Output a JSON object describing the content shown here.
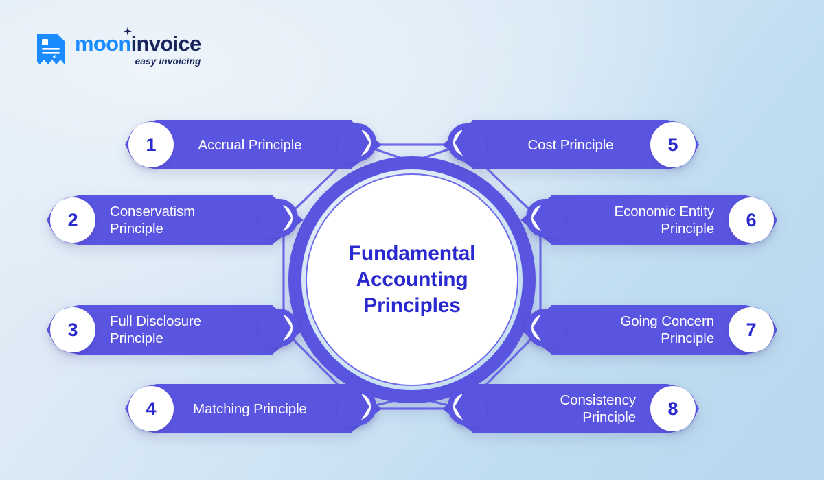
{
  "brand": {
    "logo_icon": "invoice-document-icon",
    "word_primary": "moon",
    "word_secondary": "invoice",
    "tagline": "easy invoicing",
    "color_primary": "#1a8cff",
    "color_secondary": "#17255c"
  },
  "hub": {
    "title_line1": "Fundamental",
    "title_line2": "Accounting",
    "title_line3": "Principles",
    "title_color": "#2a28cf",
    "ring_color": "#5a55e0"
  },
  "theme": {
    "bar_color": "#5a55e0",
    "badge_bg": "#ffffff",
    "badge_text_color": "#2a28cf",
    "label_color": "#ffffff",
    "bg_gradient_from": "#e7f0f8",
    "bg_gradient_to": "#b9d8ee"
  },
  "items_left": [
    {
      "number": "1",
      "label": "Accrual Principle",
      "lines": [
        "Accrual Principle"
      ]
    },
    {
      "number": "2",
      "label": "Conservatism Principle",
      "lines": [
        "Conservatism",
        "Principle"
      ]
    },
    {
      "number": "3",
      "label": "Full Disclosure Principle",
      "lines": [
        "Full Disclosure",
        "Principle"
      ]
    },
    {
      "number": "4",
      "label": "Matching Principle",
      "lines": [
        "Matching Principle"
      ]
    }
  ],
  "items_right": [
    {
      "number": "5",
      "label": "Cost Principle",
      "lines": [
        "Cost Principle"
      ]
    },
    {
      "number": "6",
      "label": "Economic Entity Principle",
      "lines": [
        "Economic Entity",
        "Principle"
      ]
    },
    {
      "number": "7",
      "label": "Going Concern Principle",
      "lines": [
        "Going Concern",
        "Principle"
      ]
    },
    {
      "number": "8",
      "label": "Consistency Principle",
      "lines": [
        "Consistency",
        "Principle"
      ]
    }
  ]
}
